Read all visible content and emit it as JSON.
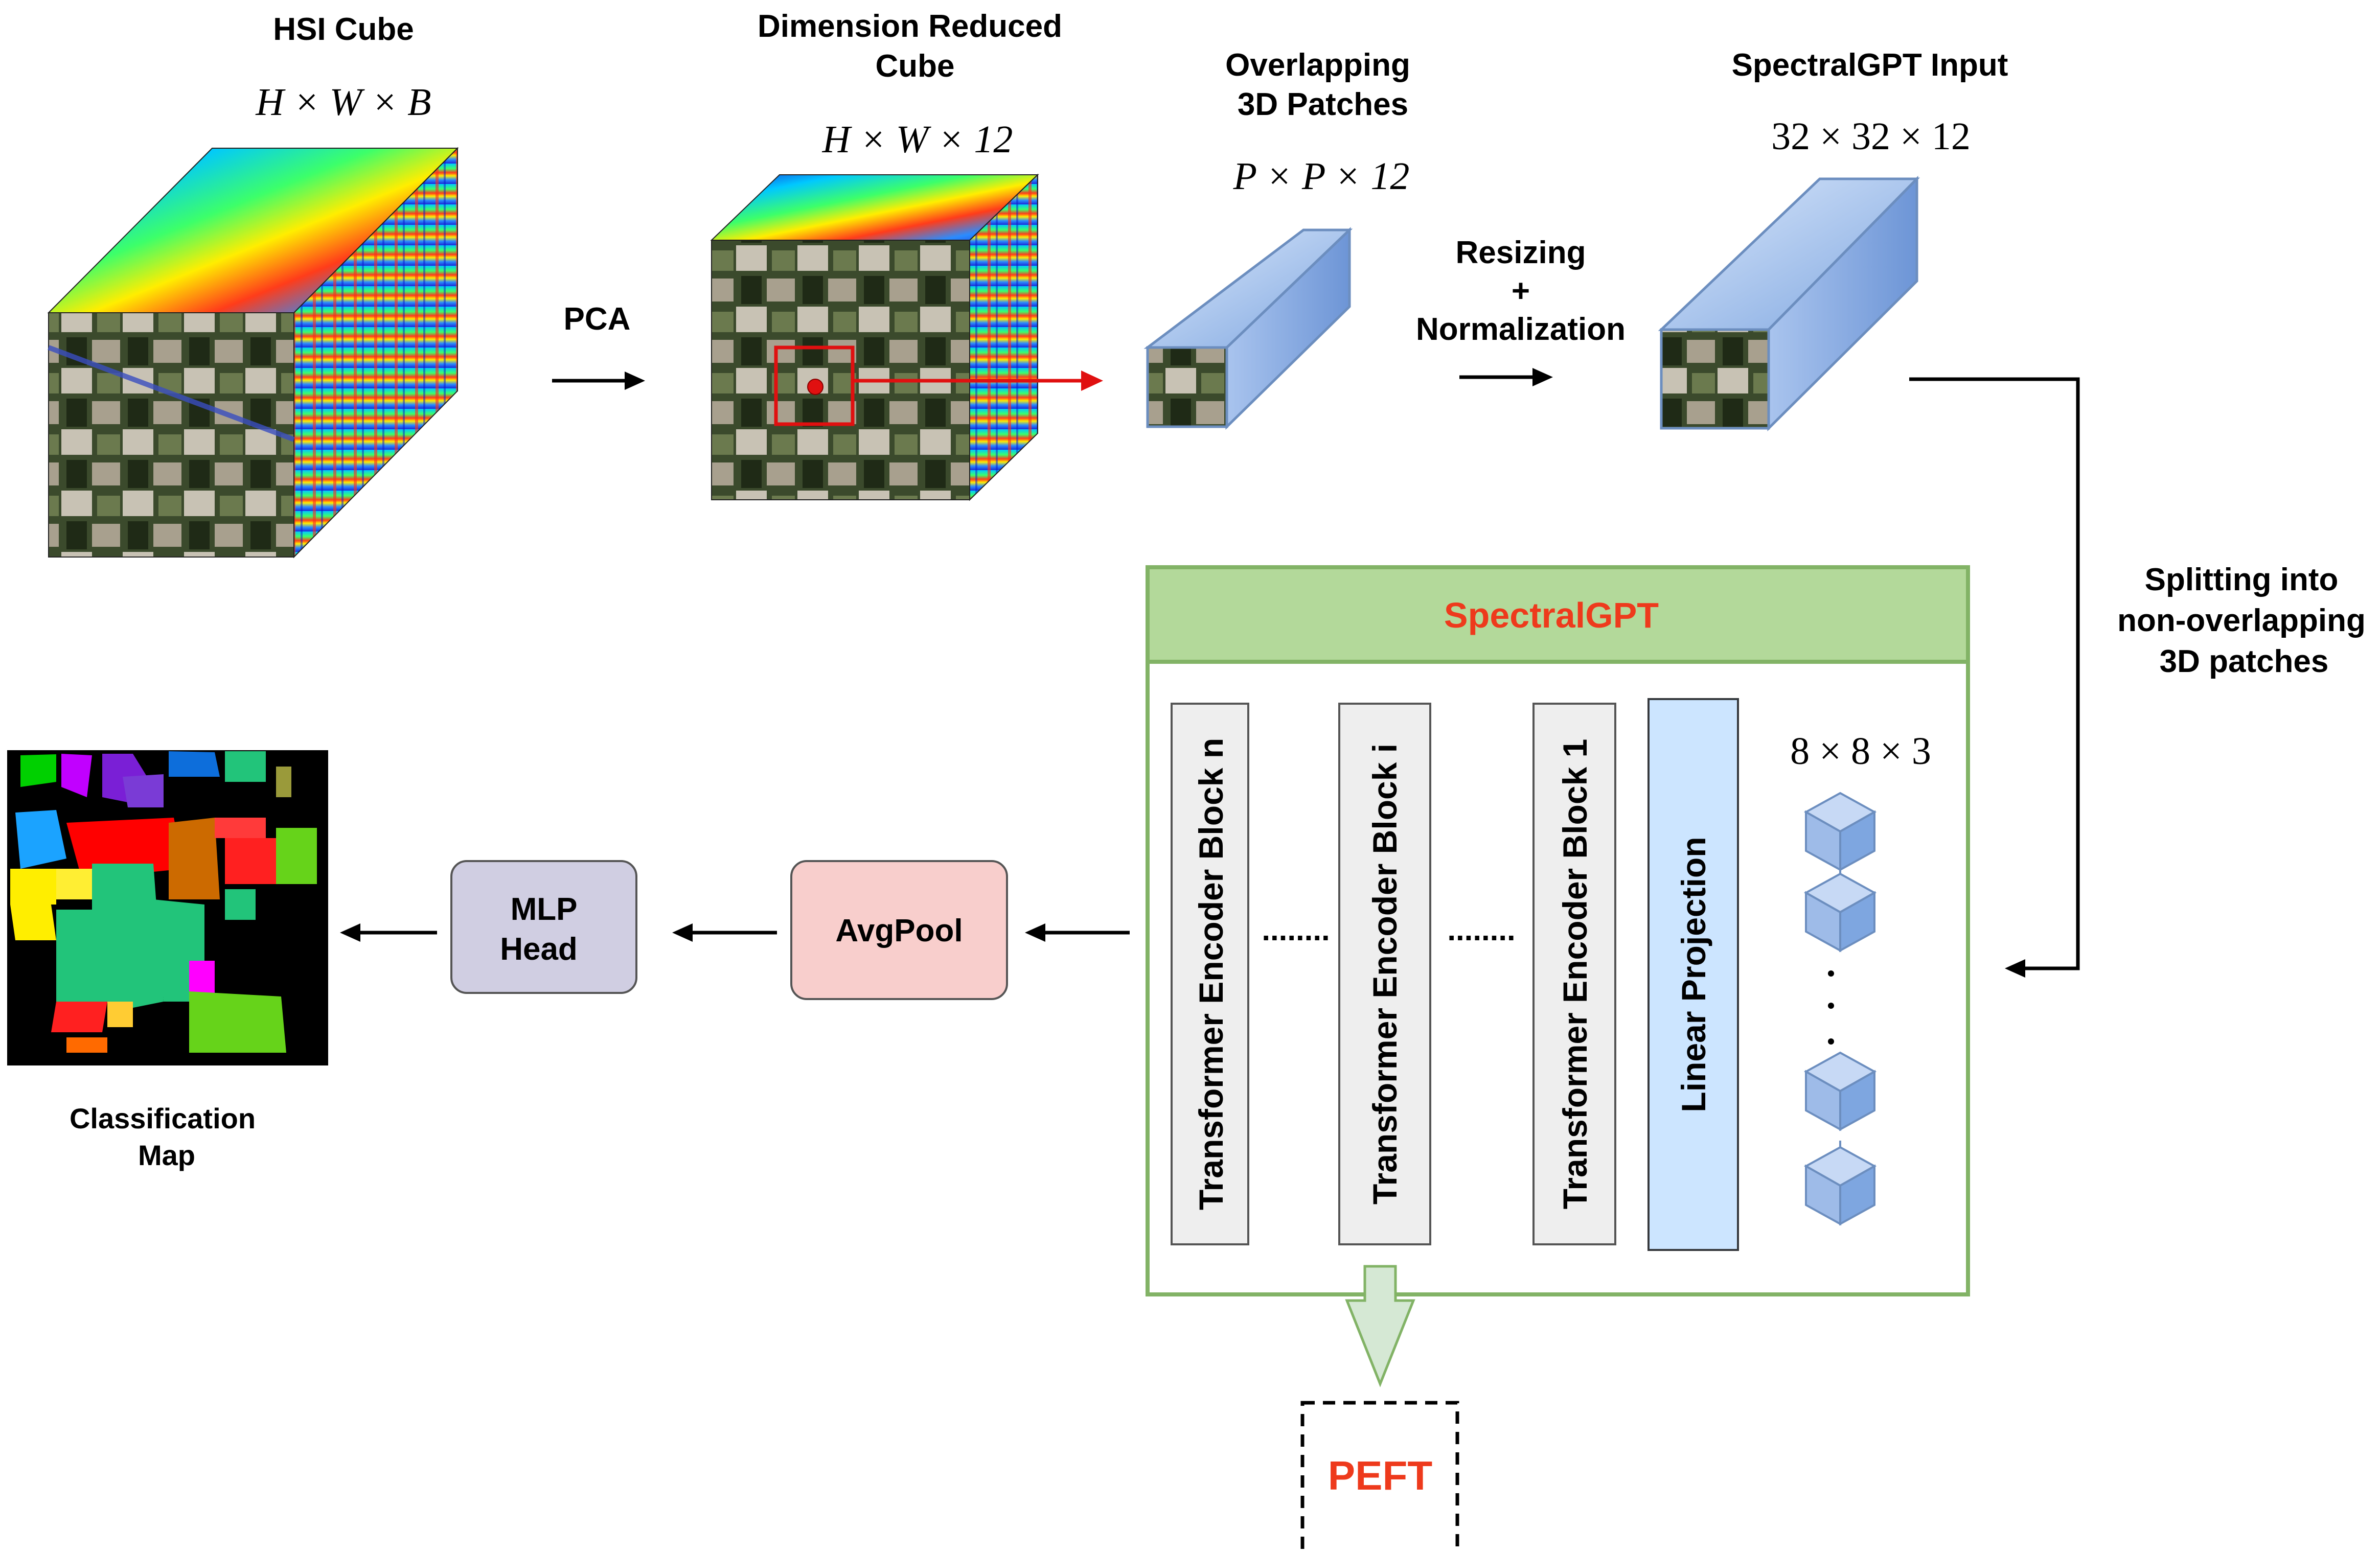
{
  "labels": {
    "hsi_cube": "HSI Cube",
    "hsi_dims": "H × W × B",
    "pca": "PCA",
    "dim_reduced_line1": "Dimension Reduced",
    "dim_reduced_line2": "Cube",
    "dim_reduced_dims": "H × W × 12",
    "overlap_line1": "Overlapping",
    "overlap_line2": "3D Patches",
    "patch_dims": "P × P × 12",
    "resize_line1": "Resizing",
    "resize_line2": "+",
    "resize_line3": "Normalization",
    "input_title": "SpectralGPT Input",
    "input_dims": "32 × 32 × 12",
    "split_line1": "Splitting into",
    "split_line2": "non-overlapping",
    "split_line3": "3D patches",
    "spectralgpt": "SpectralGPT",
    "enc_n": "Transformer Encoder Block n",
    "enc_i": "Transformer Encoder Block i",
    "enc_1": "Transformer Encoder Block 1",
    "linear_proj": "Linear Projection",
    "token_dims": "8 × 8 × 3",
    "dots1": "........",
    "dots2": "........",
    "avgpool": "AvgPool",
    "mlp_line1": "MLP",
    "mlp_line2": "Head",
    "class_map_line1": "Classification",
    "class_map_line2": "Map",
    "peft": "PEFT"
  },
  "colors": {
    "spectralgpt_header": "#a9d18e",
    "spectralgpt_border": "#82b366",
    "encoder_fill": "#eeeeee",
    "linear_fill": "#cce5ff",
    "avgpool_fill": "#f8cecc",
    "mlp_fill": "#d0cee2",
    "accent_red": "#ee3a1c",
    "cube_blue": "#7ea6e0"
  }
}
